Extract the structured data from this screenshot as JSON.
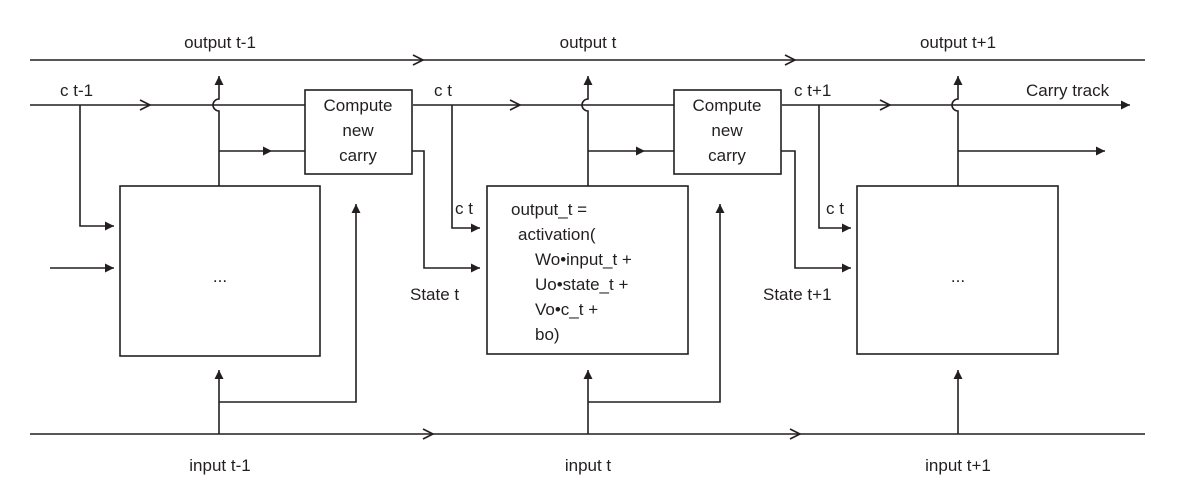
{
  "labels": {
    "output_prev": "output t-1",
    "output_cur": "output t",
    "output_next": "output t+1",
    "c_prev": "c t-1",
    "c_cur": "c t",
    "c_next": "c t+1",
    "carry_track": "Carry track",
    "c_in_cur": "c t",
    "c_in_next": "c t",
    "state_cur": "State t",
    "state_next": "State t+1",
    "input_prev": "input t-1",
    "input_cur": "input t",
    "input_next": "input t+1"
  },
  "carry_box": {
    "line1": "Compute",
    "line2": "new",
    "line3": "carry"
  },
  "cells": {
    "prev_ellipsis": "...",
    "next_ellipsis": "...",
    "equation": [
      "output_t =",
      "activation(",
      "Wo•input_t +",
      "Uo•state_t +",
      "Vo•c_t +",
      "bo)"
    ]
  }
}
